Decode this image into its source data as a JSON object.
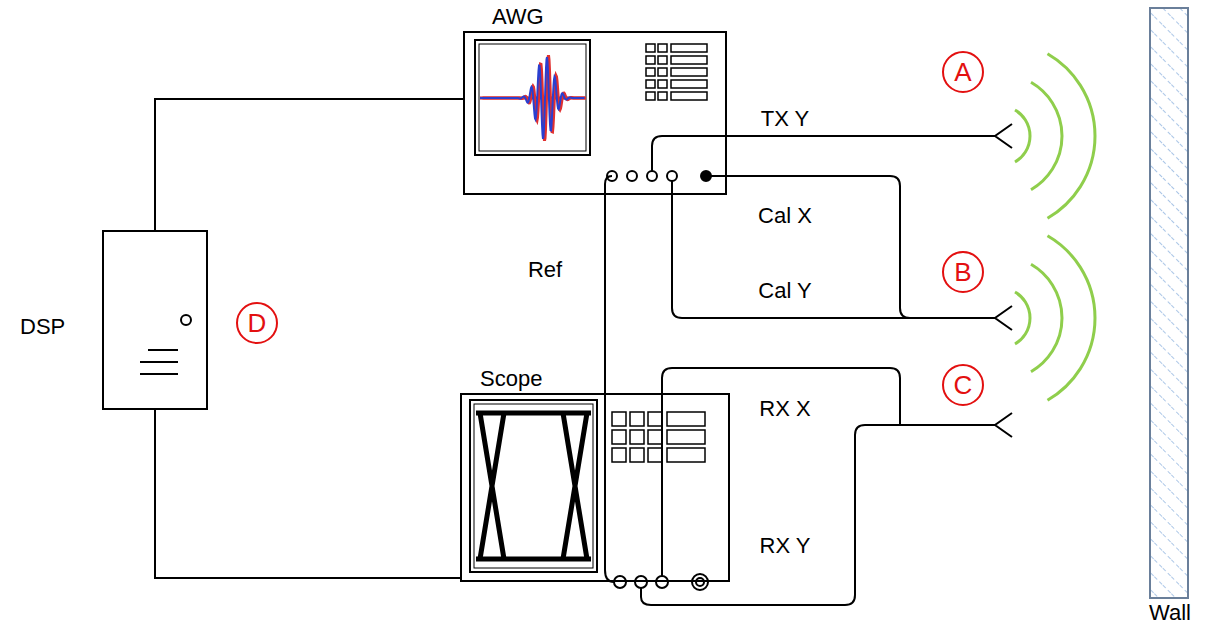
{
  "diagram": {
    "nodes": [
      {
        "text": [
          "AWG"
        ]
      },
      {
        "text": [
          "Scope"
        ]
      },
      {
        "text": [
          "DSP"
        ]
      }
    ],
    "edges": [
      {
        "from": 2,
        "to": 0,
        "arrow": "none"
      },
      {
        "from": 2,
        "to": 1,
        "arrow": "none"
      },
      {
        "from": 0,
        "to": 1,
        "label": "Ref",
        "arrow": "none"
      }
    ],
    "labels": [
      "TX Y",
      "Cal X",
      "Cal Y",
      "RX X",
      "RX Y",
      "A",
      "B",
      "C",
      "D",
      "Wall"
    ]
  }
}
